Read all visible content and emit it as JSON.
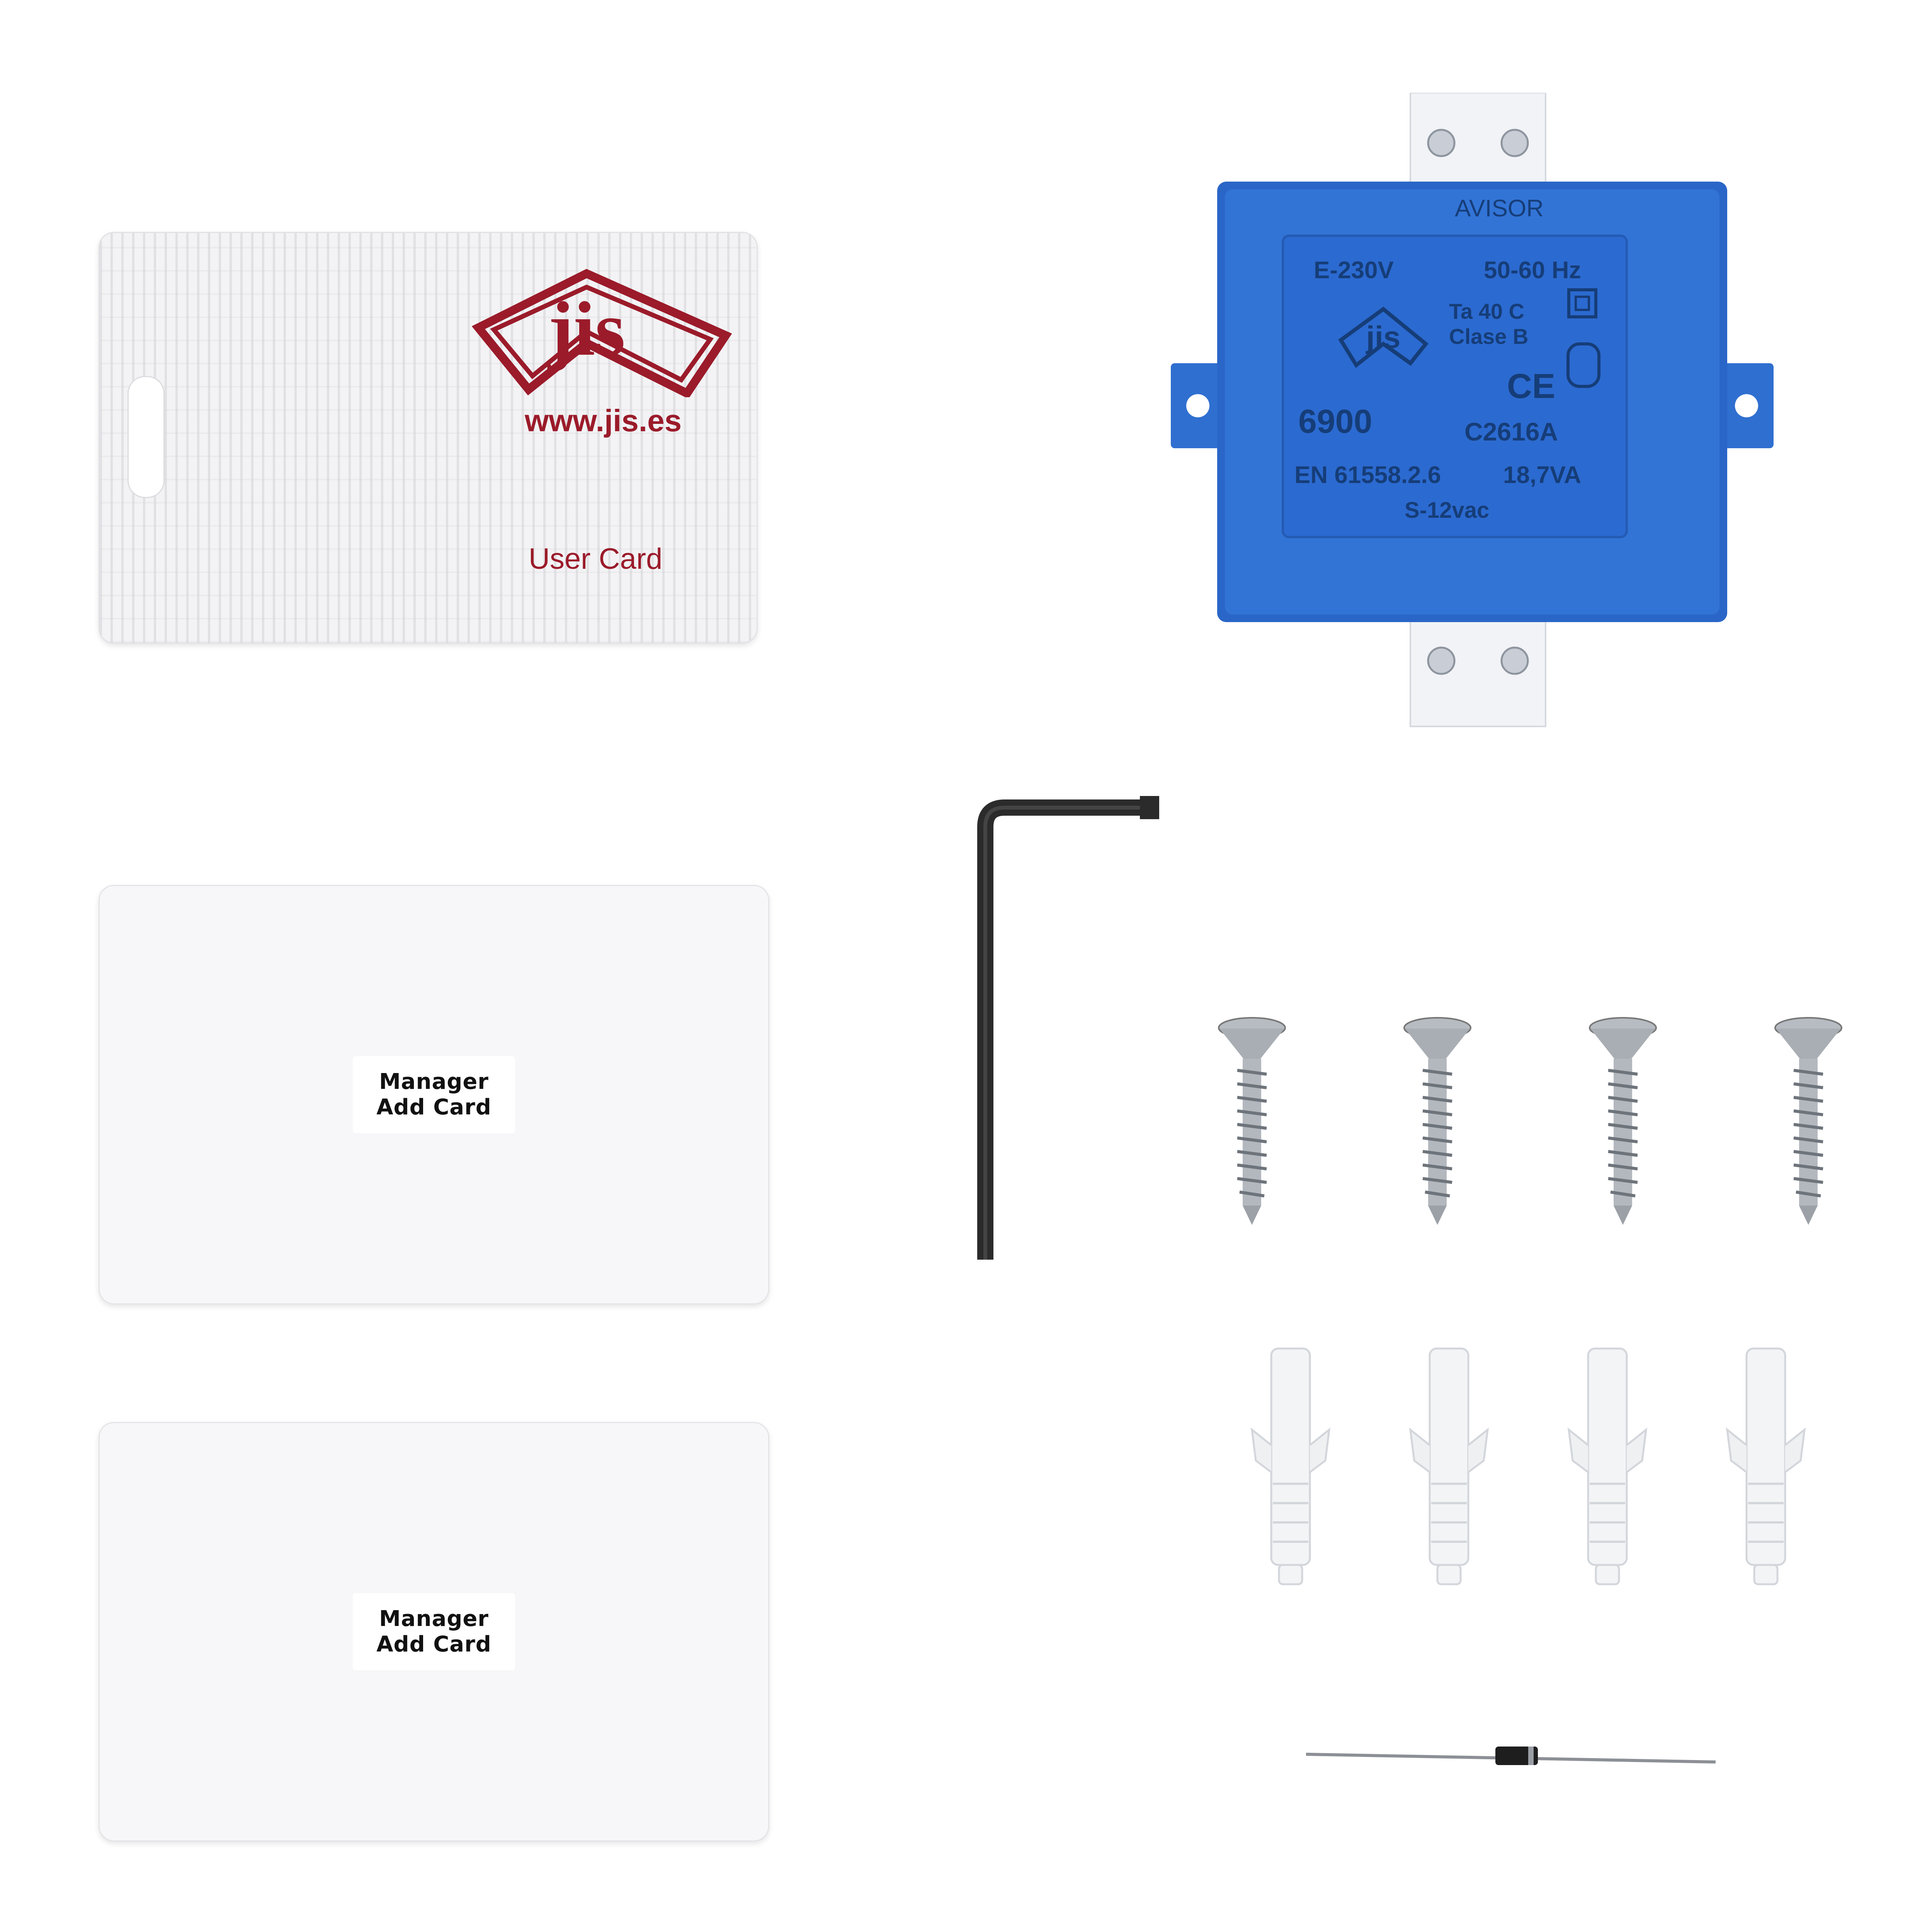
{
  "user_card": {
    "logo_text": "jis",
    "url": "www.jis.es",
    "label": "User Card",
    "brand_color": "#9b1b2a"
  },
  "manager_cards": [
    {
      "line1": "Manager",
      "line2": "Add Card"
    },
    {
      "line1": "Manager",
      "line2": "Add Card"
    }
  ],
  "transformer": {
    "brand": "AVISOR",
    "input": "E-230V",
    "frequency": "50-60 Hz",
    "logo_text": "jis",
    "ta": "Ta 40 C",
    "clase": "Clase B",
    "ce": "CE",
    "model": "6900",
    "code": "C2616A",
    "standard": "EN 61558.2.6",
    "power": "18,7VA",
    "output": "S-12vac",
    "body_color": "#2f6fd0"
  },
  "hardware": {
    "screw_count": 4,
    "wall_plug_count": 4,
    "items": [
      "hex-key",
      "screw",
      "wall-plug",
      "diode"
    ]
  }
}
